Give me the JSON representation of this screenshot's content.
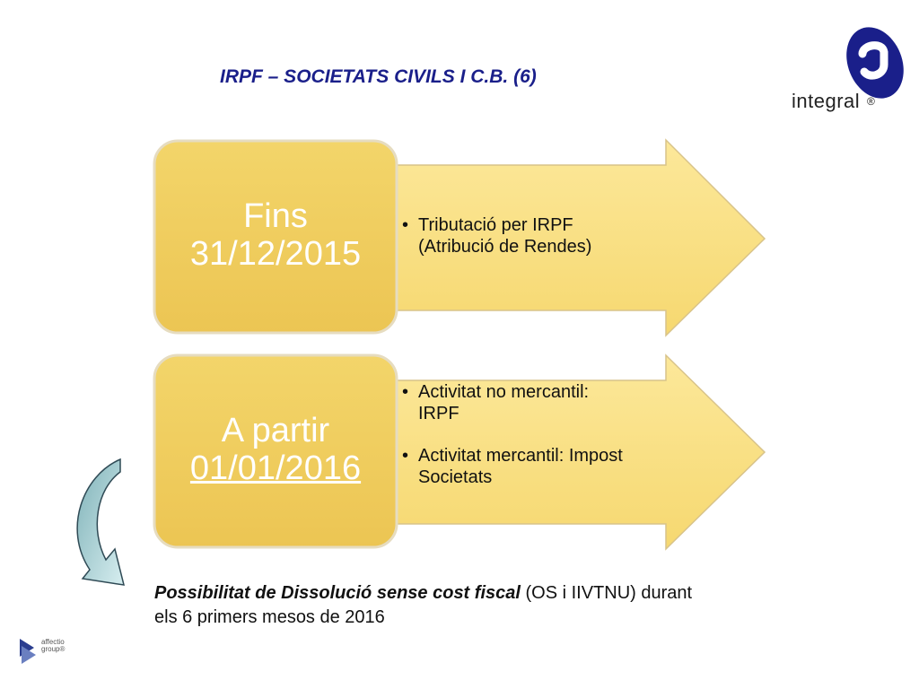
{
  "title": "IRPF – SOCIETATS CIVILS I C.B. (6)",
  "logo": {
    "name": "integral",
    "registered": "®",
    "color": "#1a1f8a"
  },
  "affectio_logo": {
    "line1": "affectio",
    "line2": "group®"
  },
  "stages": [
    {
      "label_line1": "Fins",
      "label_line2": "31/12/2015",
      "bullets": [
        {
          "line1": "Tributació per IRPF",
          "line2": "(Atribució de Rendes)"
        }
      ]
    },
    {
      "label_line1": "A partir",
      "label_line2": "01/01/2016",
      "bullets": [
        {
          "line1": "Activitat no mercantil:",
          "line2": "IRPF"
        },
        {
          "line1": "Activitat mercantil: Impost",
          "line2": "Societats"
        }
      ]
    }
  ],
  "note": {
    "emphasis": "Possibilitat de Dissolució sense cost fiscal",
    "rest_line1": " (OS i IIVTNU) durant",
    "rest_line2": "els 6 primers mesos de 2016"
  },
  "colors": {
    "box_fill": "#f7d76a",
    "arrow_fill": "#fbe28a",
    "title": "#1a1f8a",
    "curved_arrow": "#b8dde0"
  }
}
